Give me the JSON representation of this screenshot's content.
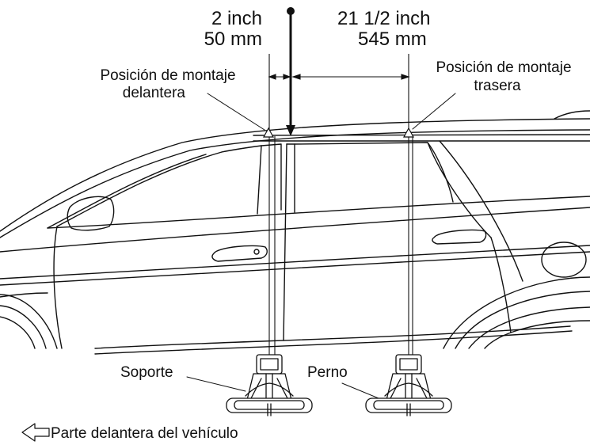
{
  "measurements": {
    "front": {
      "inch": "2 inch",
      "mm": "50 mm"
    },
    "rear": {
      "inch": "21 1/2 inch",
      "mm": "545 mm"
    }
  },
  "labels": {
    "front_mount_line1": "Posición de montaje",
    "front_mount_line2": "delantera",
    "rear_mount_line1": "Posición de montaje",
    "rear_mount_line2": "trasera",
    "support": "Soporte",
    "bolt": "Perno",
    "vehicle_front": "Parte delantera del vehículo"
  },
  "icons": {
    "direction": "arrow-left-outline-icon",
    "reference_marker": "triangle-marker-icon"
  }
}
